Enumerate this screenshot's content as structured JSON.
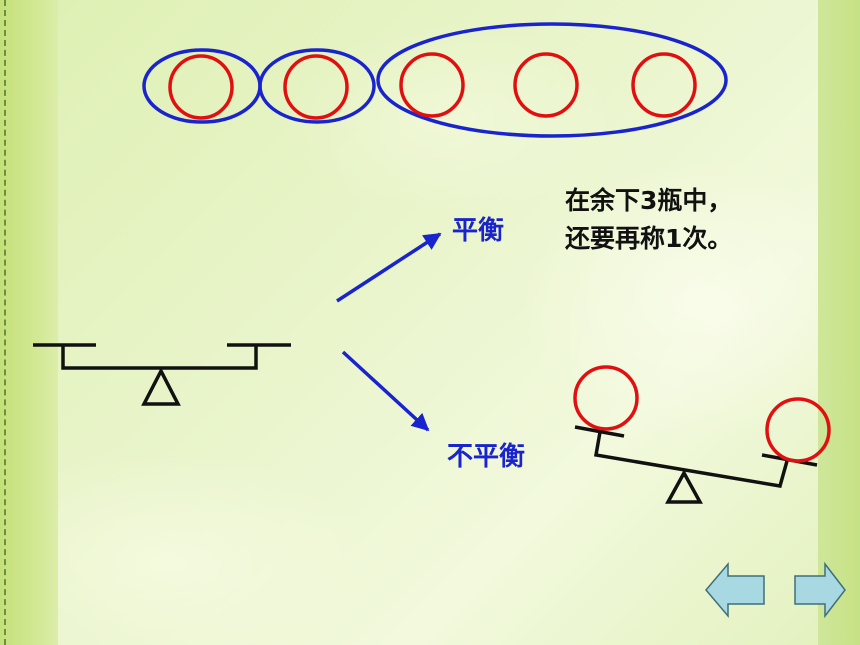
{
  "labels": {
    "balanced": "平衡",
    "unbalanced": "不平衡",
    "note_line1": "在余下3瓶中，",
    "note_line2": "还要再称1次。"
  },
  "colors": {
    "circle": "#e01010",
    "group_ellipse": "#1a24cc",
    "arrow": "#1a24cc",
    "balance": "#111111",
    "nav_button": "#a8d8e2"
  },
  "groups": [
    {
      "name": "group-1",
      "bottles": 1
    },
    {
      "name": "group-2",
      "bottles": 1
    },
    {
      "name": "group-3",
      "bottles": 3
    }
  ],
  "nav": {
    "prev": "left-arrow-icon",
    "next": "right-arrow-icon"
  }
}
